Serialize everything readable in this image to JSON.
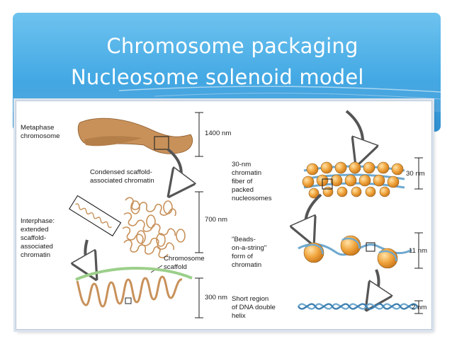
{
  "slide": {
    "title_line1": "Chromosome packaging",
    "title_line2": "Nucleosome solenoid model"
  },
  "figure": {
    "left_column": {
      "metaphase_line1": "Metaphase",
      "metaphase_line2": "chromosome",
      "condensed_line1": "Condensed scaffold-",
      "condensed_line2": "associated chromatin",
      "interphase_line1": "Interphase:",
      "interphase_line2": "extended",
      "interphase_line3": "scaffold-",
      "interphase_line4": "associated",
      "interphase_line5": "chromatin",
      "scaffold_line1": "Chromosome",
      "scaffold_line2": "scaffold",
      "dim_1400": "1400 nm",
      "dim_700": "700 nm",
      "dim_300": "300 nm"
    },
    "right_column": {
      "fiber_line1": "30-nm",
      "fiber_line2": "chromatin",
      "fiber_line3": "fiber of",
      "fiber_line4": "packed",
      "fiber_line5": "nucleosomes",
      "beads_line1": "\"Beads-",
      "beads_line2": "on-a-string\"",
      "beads_line3": "form of",
      "beads_line4": "chromatin",
      "helix_line1": "Short region",
      "helix_line2": "of DNA double",
      "helix_line3": "helix",
      "dim_30": "30 nm",
      "dim_11": "11 nm",
      "dim_2": "2 nm"
    },
    "colors": {
      "chromatin": "#c8915a",
      "nucleosome": "#f0a43c",
      "dna_strand": "#6fa9cf",
      "scaffold": "#9ccf8a"
    }
  }
}
